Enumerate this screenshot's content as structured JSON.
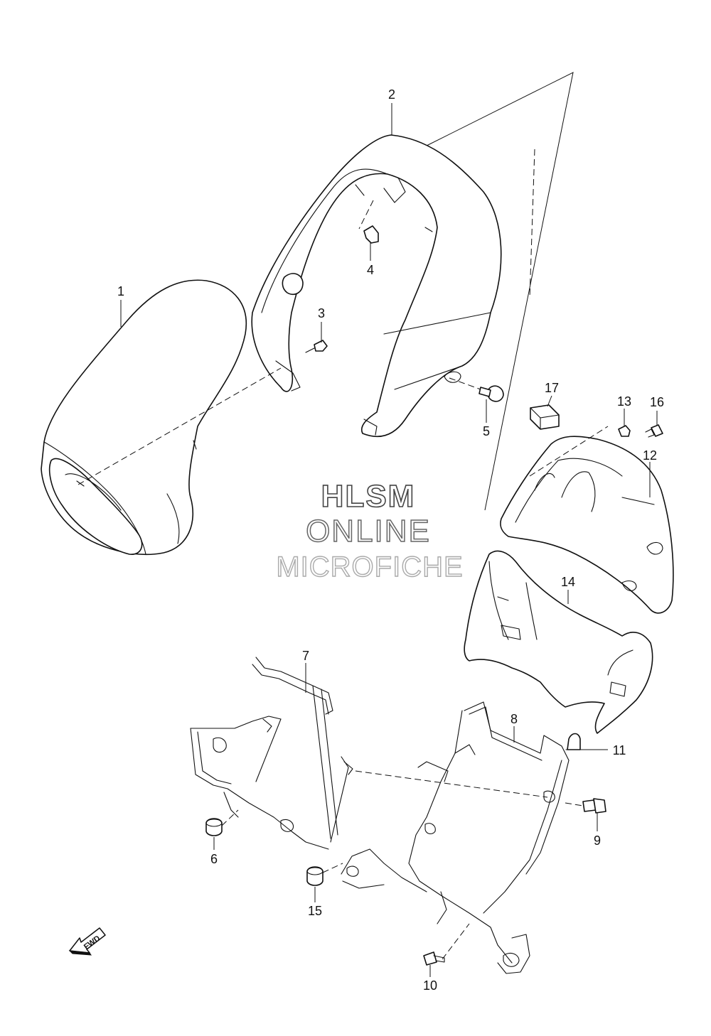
{
  "callouts": {
    "c1": "1",
    "c2": "2",
    "c3": "3",
    "c4": "4",
    "c5": "5",
    "c6": "6",
    "c7": "7",
    "c8": "8",
    "c9": "9",
    "c10": "10",
    "c11": "11",
    "c12": "12",
    "c13": "13",
    "c14": "14",
    "c15": "15",
    "c16": "16",
    "c17": "17"
  },
  "watermark": {
    "line1": "HLSM",
    "line2": "ONLINE",
    "line3": "MICROFICHE"
  },
  "direction_arrow": {
    "label": "FWD",
    "icon": "fwd-arrow-icon"
  }
}
